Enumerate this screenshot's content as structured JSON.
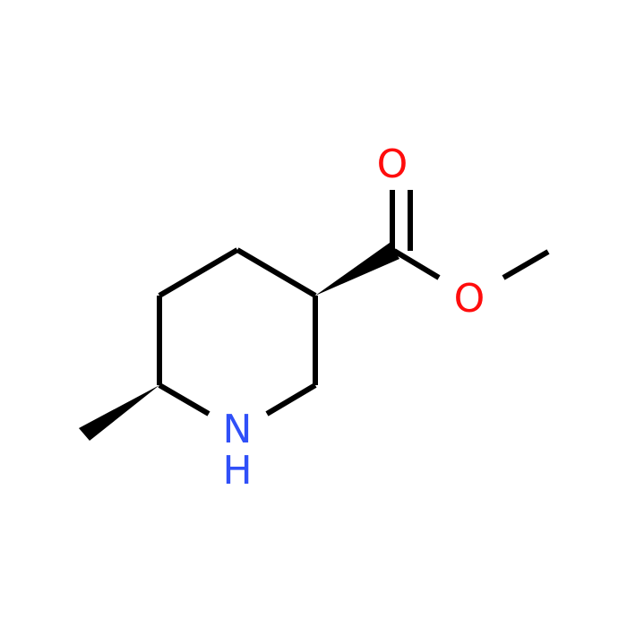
{
  "molecule": {
    "atoms": {
      "carbonyl_oxygen": {
        "label": "O",
        "color": "#ff0d0d"
      },
      "ester_oxygen": {
        "label": "O",
        "color": "#ff0d0d"
      },
      "ring_nitrogen": {
        "label": "N",
        "color": "#3050f8"
      },
      "ring_nitrogen_hydrogen": {
        "label": "H",
        "color": "#3050f8"
      }
    },
    "bond_color": "#000000"
  }
}
